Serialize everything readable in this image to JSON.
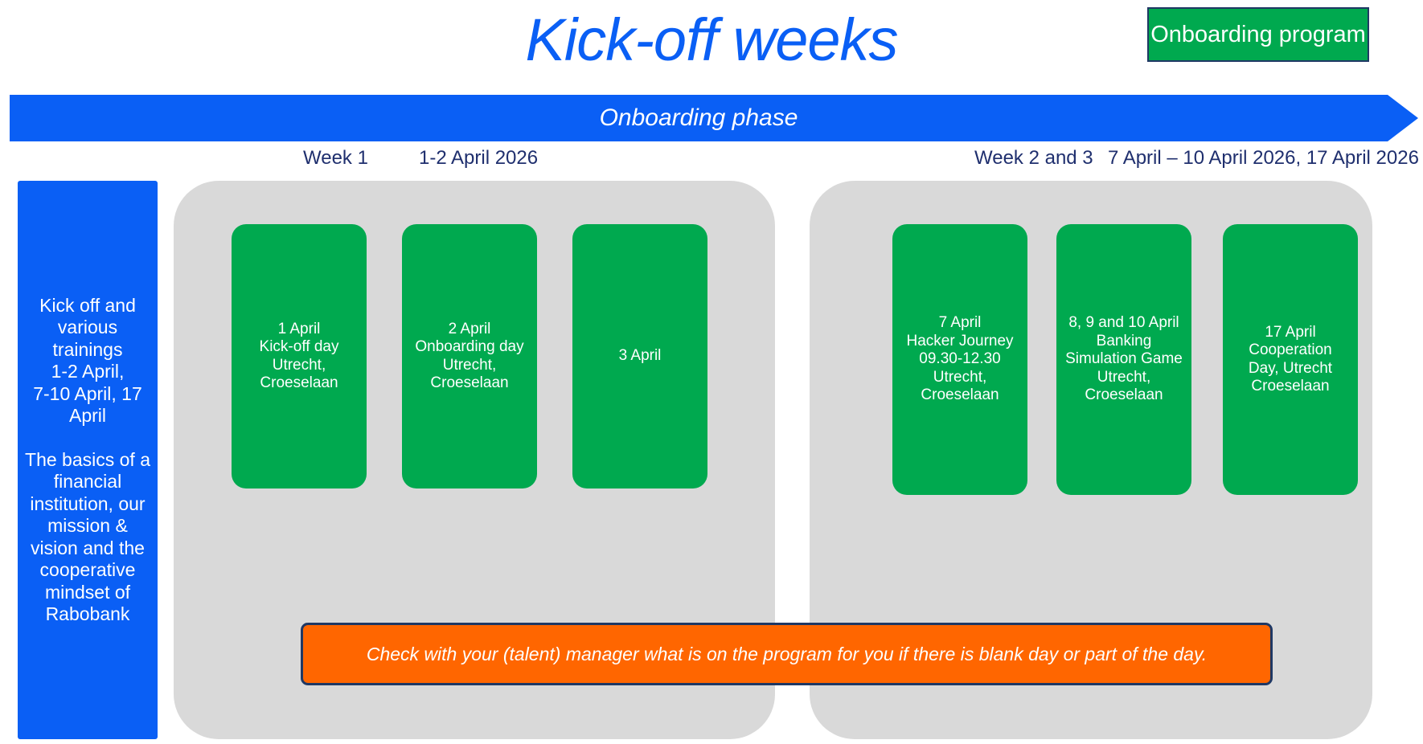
{
  "header": {
    "title": "Kick-off weeks",
    "badge_label": "Onboarding program",
    "title_color": "#0a5ff5",
    "badge_bg": "#00a94f",
    "badge_border": "#1f3864"
  },
  "phase_banner": {
    "label": "Onboarding phase",
    "bg": "#0a5ff5",
    "text_color": "#ffffff"
  },
  "timeline_headings": [
    {
      "week": "Week 1",
      "dates": "1-2 April 2026"
    },
    {
      "week": "Week 2 and 3",
      "dates": "7 April – 10 April 2026, 17 April 2026"
    }
  ],
  "left_panel": {
    "bg": "#0a5ff5",
    "paragraph_1": "Kick off and various trainings\n1-2 April,\n7-10 April, 17 April",
    "paragraph_2": "The basics of a financial institution, our mission & vision and the cooperative mindset of Rabobank"
  },
  "groups": [
    {
      "name": "week-1-group",
      "bg": "#d9d9d9"
    },
    {
      "name": "week-2-and-3-group",
      "bg": "#d9d9d9"
    }
  ],
  "cards": [
    {
      "id": "card-1-april",
      "text": "1 April\nKick-off day\nUtrecht,\nCroeselaan"
    },
    {
      "id": "card-2-april",
      "text": "2 April\nOnboarding day\nUtrecht,\nCroeselaan"
    },
    {
      "id": "card-3-april",
      "text": "3 April"
    },
    {
      "id": "card-7-april",
      "text": "7 April\nHacker Journey\n09.30-12.30\nUtrecht,\nCroeselaan"
    },
    {
      "id": "card-8-9-10-april",
      "text": "8, 9 and 10 April\nBanking\nSimulation Game\nUtrecht,\nCroeselaan"
    },
    {
      "id": "card-17-april",
      "text": "17 April\nCooperation\nDay, Utrecht\nCroeselaan"
    }
  ],
  "note": {
    "text": "Check with your (talent) manager what is on the program for you if there is blank day or part of the day.",
    "bg": "#ff6600",
    "border": "#1f3864"
  }
}
